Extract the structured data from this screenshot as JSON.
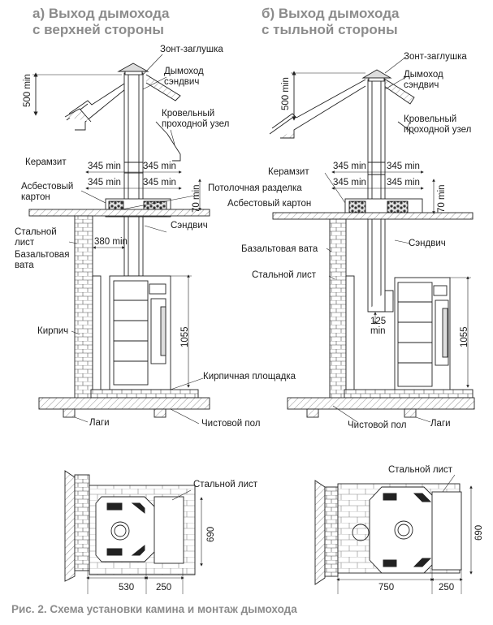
{
  "titles": {
    "a": [
      "а) Выход дымохода",
      "с верхней стороны"
    ],
    "b": [
      "б) Выход дымохода",
      "с тыльной стороны"
    ]
  },
  "caption": "Рис. 2. Схема установки камина и монтаж дымохода",
  "left": {
    "labels": {
      "cap": "Зонт-заглушка",
      "chimney": [
        "Дымоход",
        "сэндвич"
      ],
      "roof_unit": [
        "Кровельный",
        "проходной узел"
      ],
      "keramzit": "Керамзит",
      "asbestos": [
        "Асбестовый",
        "картон"
      ],
      "ceiling": "Потолочная разделка",
      "asbestos2": "Асбестовый картон",
      "sandwich": "Сэндвич",
      "steel": [
        "Стальной",
        "лист"
      ],
      "basalt": [
        "Базальтовая",
        "вата"
      ],
      "brick": "Кирпич",
      "platform": "Кирпичная площадка",
      "floor": "Чистовой пол",
      "logs": "Лаги"
    },
    "dims": {
      "h500": "500 min",
      "w345a": "345 min",
      "w345b": "345 min",
      "w345c": "345 min",
      "w345d": "345 min",
      "h70": "70 min",
      "w380": "380 min",
      "h1055": "1055"
    }
  },
  "right": {
    "labels": {
      "cap": "Зонт-заглушка",
      "chimney": [
        "Дымоход",
        "сэндвич"
      ],
      "roof_unit": [
        "Кровельный",
        "проходной узел"
      ],
      "keramzit": "Керамзит",
      "basalt": "Базальтовая вата",
      "sandwich": "Сэндвич",
      "steel": "Стальной лист",
      "floor": "Чистовой пол",
      "logs": "Лаги"
    },
    "dims": {
      "h500": "500 min",
      "w345a": "345 min",
      "w345b": "345 min",
      "w345c": "345 min",
      "w345d": "345 min",
      "h70": "70 min",
      "h125": [
        "125",
        "min"
      ],
      "h1055": "1055"
    }
  },
  "plans": {
    "left": {
      "steel": "Стальной лист",
      "h690": "690",
      "w530": "530",
      "w250": "250"
    },
    "right": {
      "steel": "Стальной лист",
      "h690": "690",
      "w750": "750",
      "w250": "250"
    }
  }
}
